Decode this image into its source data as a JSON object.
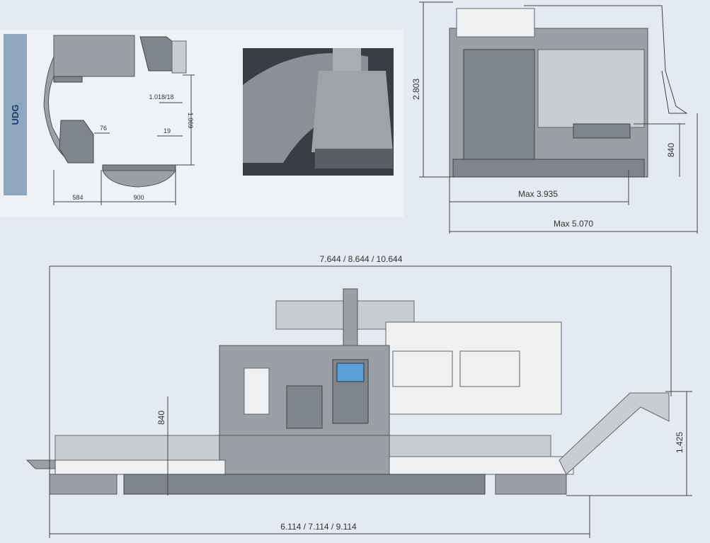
{
  "side_label": "UDG",
  "head_view": {
    "dims": {
      "d1018": "1.018/18",
      "d1069": "1.069",
      "d76": "76",
      "d19": "19",
      "d584": "584",
      "d900": "900"
    }
  },
  "side_view": {
    "dims": {
      "height": "2.803",
      "table_height": "840",
      "max_width": "Max  3.935",
      "max_total": "Max  5.070"
    }
  },
  "front_view": {
    "dims": {
      "overall_length": "7.644 / 8.644 / 10.644",
      "bed_length": "6.114 / 7.114 / 9.114",
      "table_height": "840",
      "conveyor_height": "1.425"
    }
  },
  "colors": {
    "background": "#e3eaf1",
    "label_bar": "#8ea6c0",
    "machine": "#9aa0a6"
  }
}
